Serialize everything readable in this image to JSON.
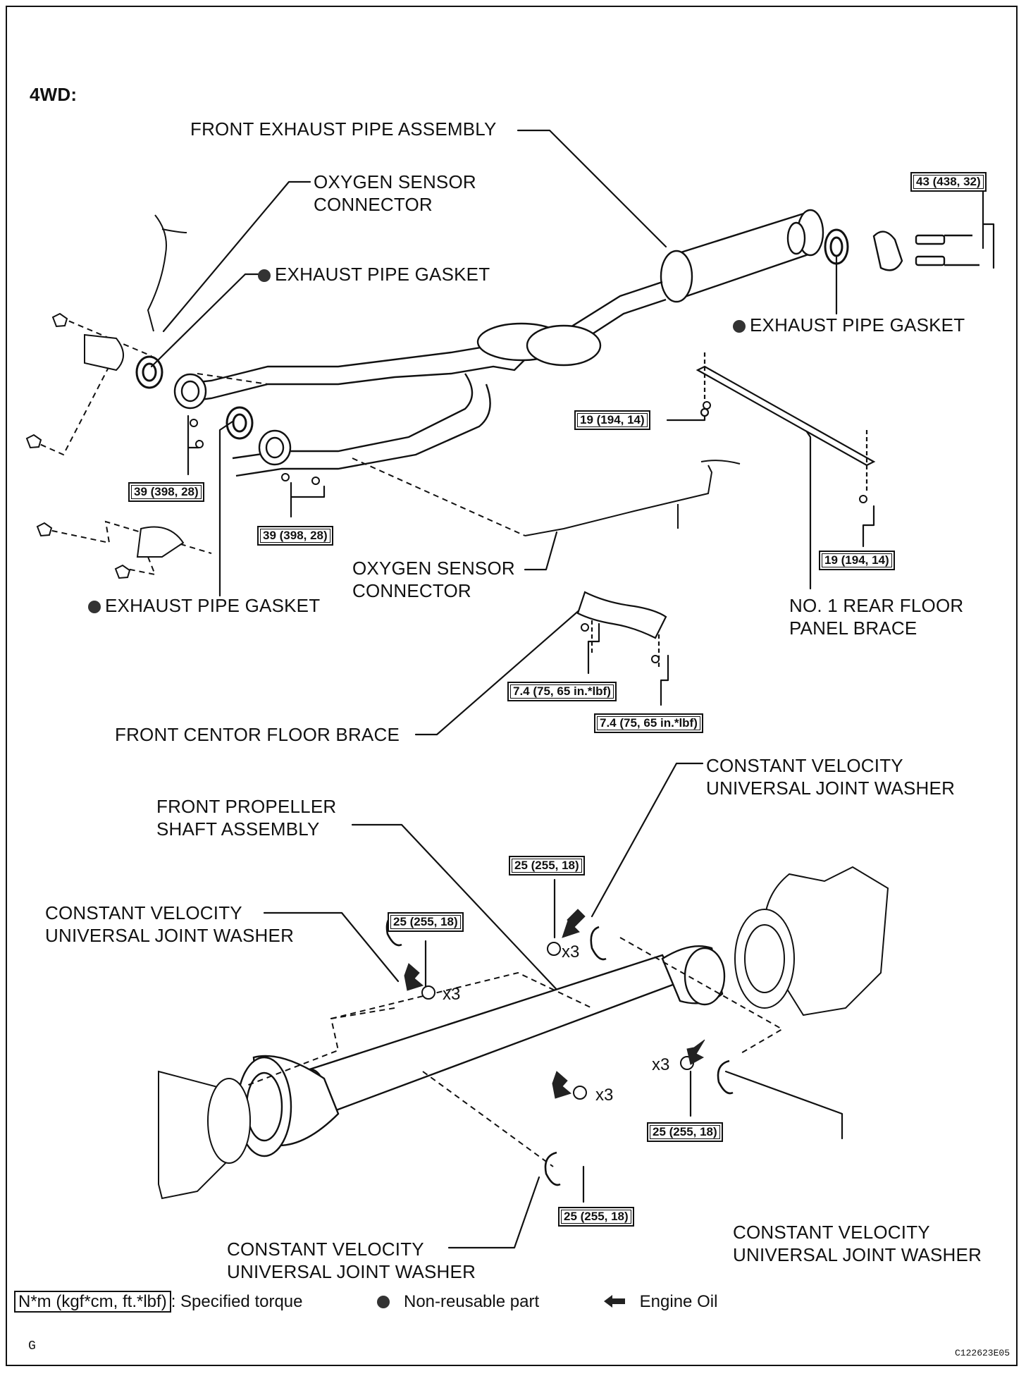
{
  "variant": "4WD:",
  "labels": {
    "front_exhaust_pipe_assembly": "FRONT EXHAUST PIPE ASSEMBLY",
    "oxygen_sensor_connector_1_l1": "OXYGEN SENSOR",
    "oxygen_sensor_connector_1_l2": "CONNECTOR",
    "exhaust_pipe_gasket_top": "EXHAUST PIPE GASKET",
    "exhaust_pipe_gasket_right": "EXHAUST PIPE GASKET",
    "exhaust_pipe_gasket_left": "EXHAUST PIPE GASKET",
    "oxygen_sensor_connector_2_l1": "OXYGEN SENSOR",
    "oxygen_sensor_connector_2_l2": "CONNECTOR",
    "rear_floor_brace_l1": "NO. 1 REAR FLOOR",
    "rear_floor_brace_l2": "PANEL BRACE",
    "front_centor_floor_brace": "FRONT CENTOR FLOOR BRACE",
    "front_propeller_l1": "FRONT PROPELLER",
    "front_propeller_l2": "SHAFT ASSEMBLY",
    "cv_washer_tr_l1": "CONSTANT VELOCITY",
    "cv_washer_tr_l2": "UNIVERSAL JOINT WASHER",
    "cv_washer_tl_l1": "CONSTANT VELOCITY",
    "cv_washer_tl_l2": "UNIVERSAL JOINT WASHER",
    "cv_washer_bm_l1": "CONSTANT VELOCITY",
    "cv_washer_bm_l2": "UNIVERSAL JOINT WASHER",
    "cv_washer_br_l1": "CONSTANT VELOCITY",
    "cv_washer_br_l2": "UNIVERSAL JOINT WASHER"
  },
  "torques": {
    "t_43": "43 (438, 32)",
    "t_19_top": "19 (194, 14)",
    "t_19_bottom": "19 (194, 14)",
    "t_39_left": "39 (398, 28)",
    "t_39_mid": "39 (398, 28)",
    "t_74_a": "7.4 (75, 65 in.*lbf)",
    "t_74_b": "7.4 (75, 65 in.*lbf)",
    "t_25_top": "25 (255, 18)",
    "t_25_left": "25 (255, 18)",
    "t_25_right": "25 (255, 18)",
    "t_25_bottom": "25 (255, 18)"
  },
  "counts": {
    "x3": "x3"
  },
  "legend": {
    "torque_unit": "N*m (kgf*cm, ft.*lbf)",
    "torque_text": ": Specified torque",
    "non_reusable": "Non-reusable part",
    "engine_oil": "Engine Oil"
  },
  "corner_letter": "G",
  "figure_code": "C122623E05"
}
